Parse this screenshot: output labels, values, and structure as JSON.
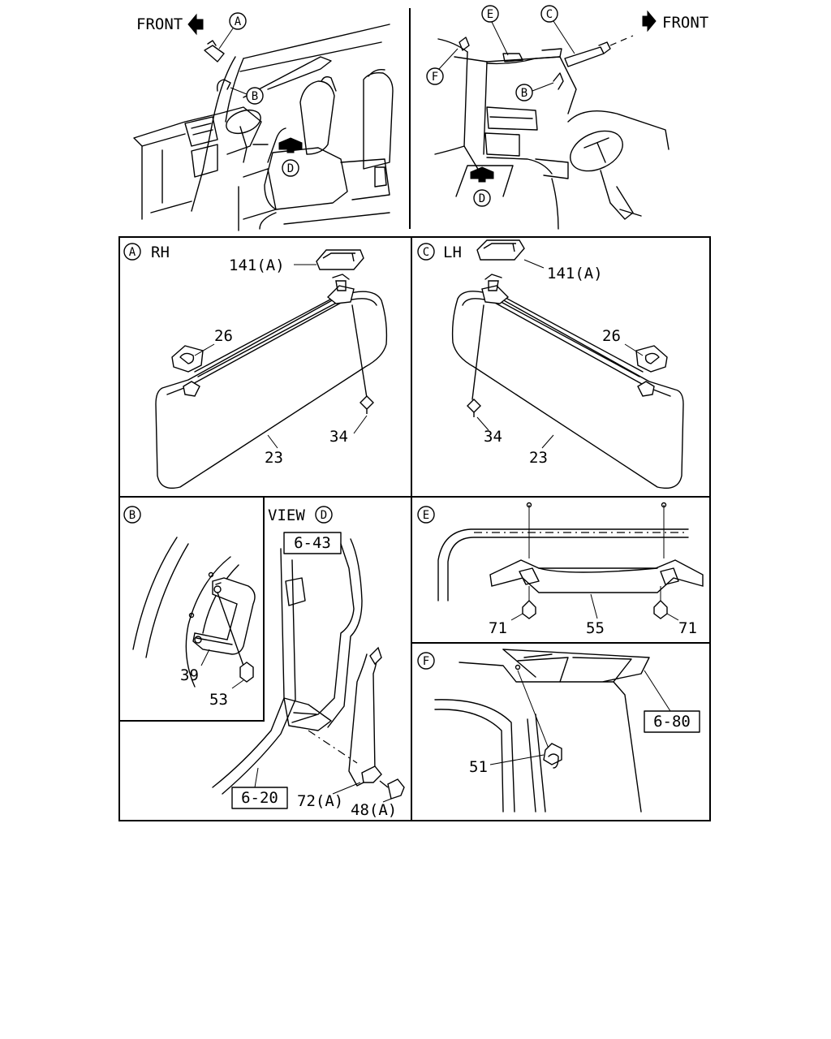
{
  "top_left": {
    "front_label": "FRONT",
    "callouts": [
      "A",
      "B",
      "D"
    ]
  },
  "top_right": {
    "front_label": "FRONT",
    "callouts": [
      "E",
      "C",
      "F",
      "B",
      "D"
    ]
  },
  "panel_a": {
    "letter": "A",
    "title": "RH",
    "parts": [
      "141(A)",
      "26",
      "34",
      "23"
    ]
  },
  "panel_c": {
    "letter": "C",
    "title": "LH",
    "parts": [
      "141(A)",
      "26",
      "34",
      "23"
    ]
  },
  "panel_b": {
    "letter": "B",
    "parts": [
      "39",
      "53"
    ]
  },
  "panel_view_d": {
    "title": "VIEW",
    "letter": "D",
    "refs": [
      "6-43",
      "6-20"
    ],
    "parts": [
      "72(A)",
      "48(A)"
    ]
  },
  "panel_e": {
    "letter": "E",
    "parts": [
      "71",
      "55",
      "71"
    ]
  },
  "panel_f": {
    "letter": "F",
    "refs": [
      "6-80"
    ],
    "parts": [
      "51"
    ]
  }
}
